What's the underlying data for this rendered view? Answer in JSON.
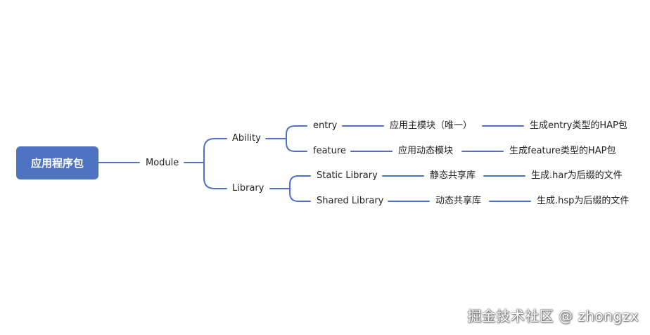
{
  "colors": {
    "root_fill": "#4e73c2",
    "line": "#4e73c2",
    "text": "#222222"
  },
  "root": {
    "label": "应用程序包"
  },
  "module": {
    "label": "Module"
  },
  "ability": {
    "label": "Ability",
    "entry": {
      "label": "entry",
      "desc": "应用主模块（唯一）",
      "result": "生成entry类型的HAP包"
    },
    "feature": {
      "label": "feature",
      "desc": "应用动态模块",
      "result": "生成feature类型的HAP包"
    }
  },
  "library": {
    "label": "Library",
    "static": {
      "label": "Static Library",
      "desc": "静态共享库",
      "result": "生成.har为后缀的文件"
    },
    "shared": {
      "label": "Shared Library",
      "desc": "动态共享库",
      "result": "生成.hsp为后缀的文件"
    }
  },
  "watermark": "掘金技术社区 @ zhongzx"
}
